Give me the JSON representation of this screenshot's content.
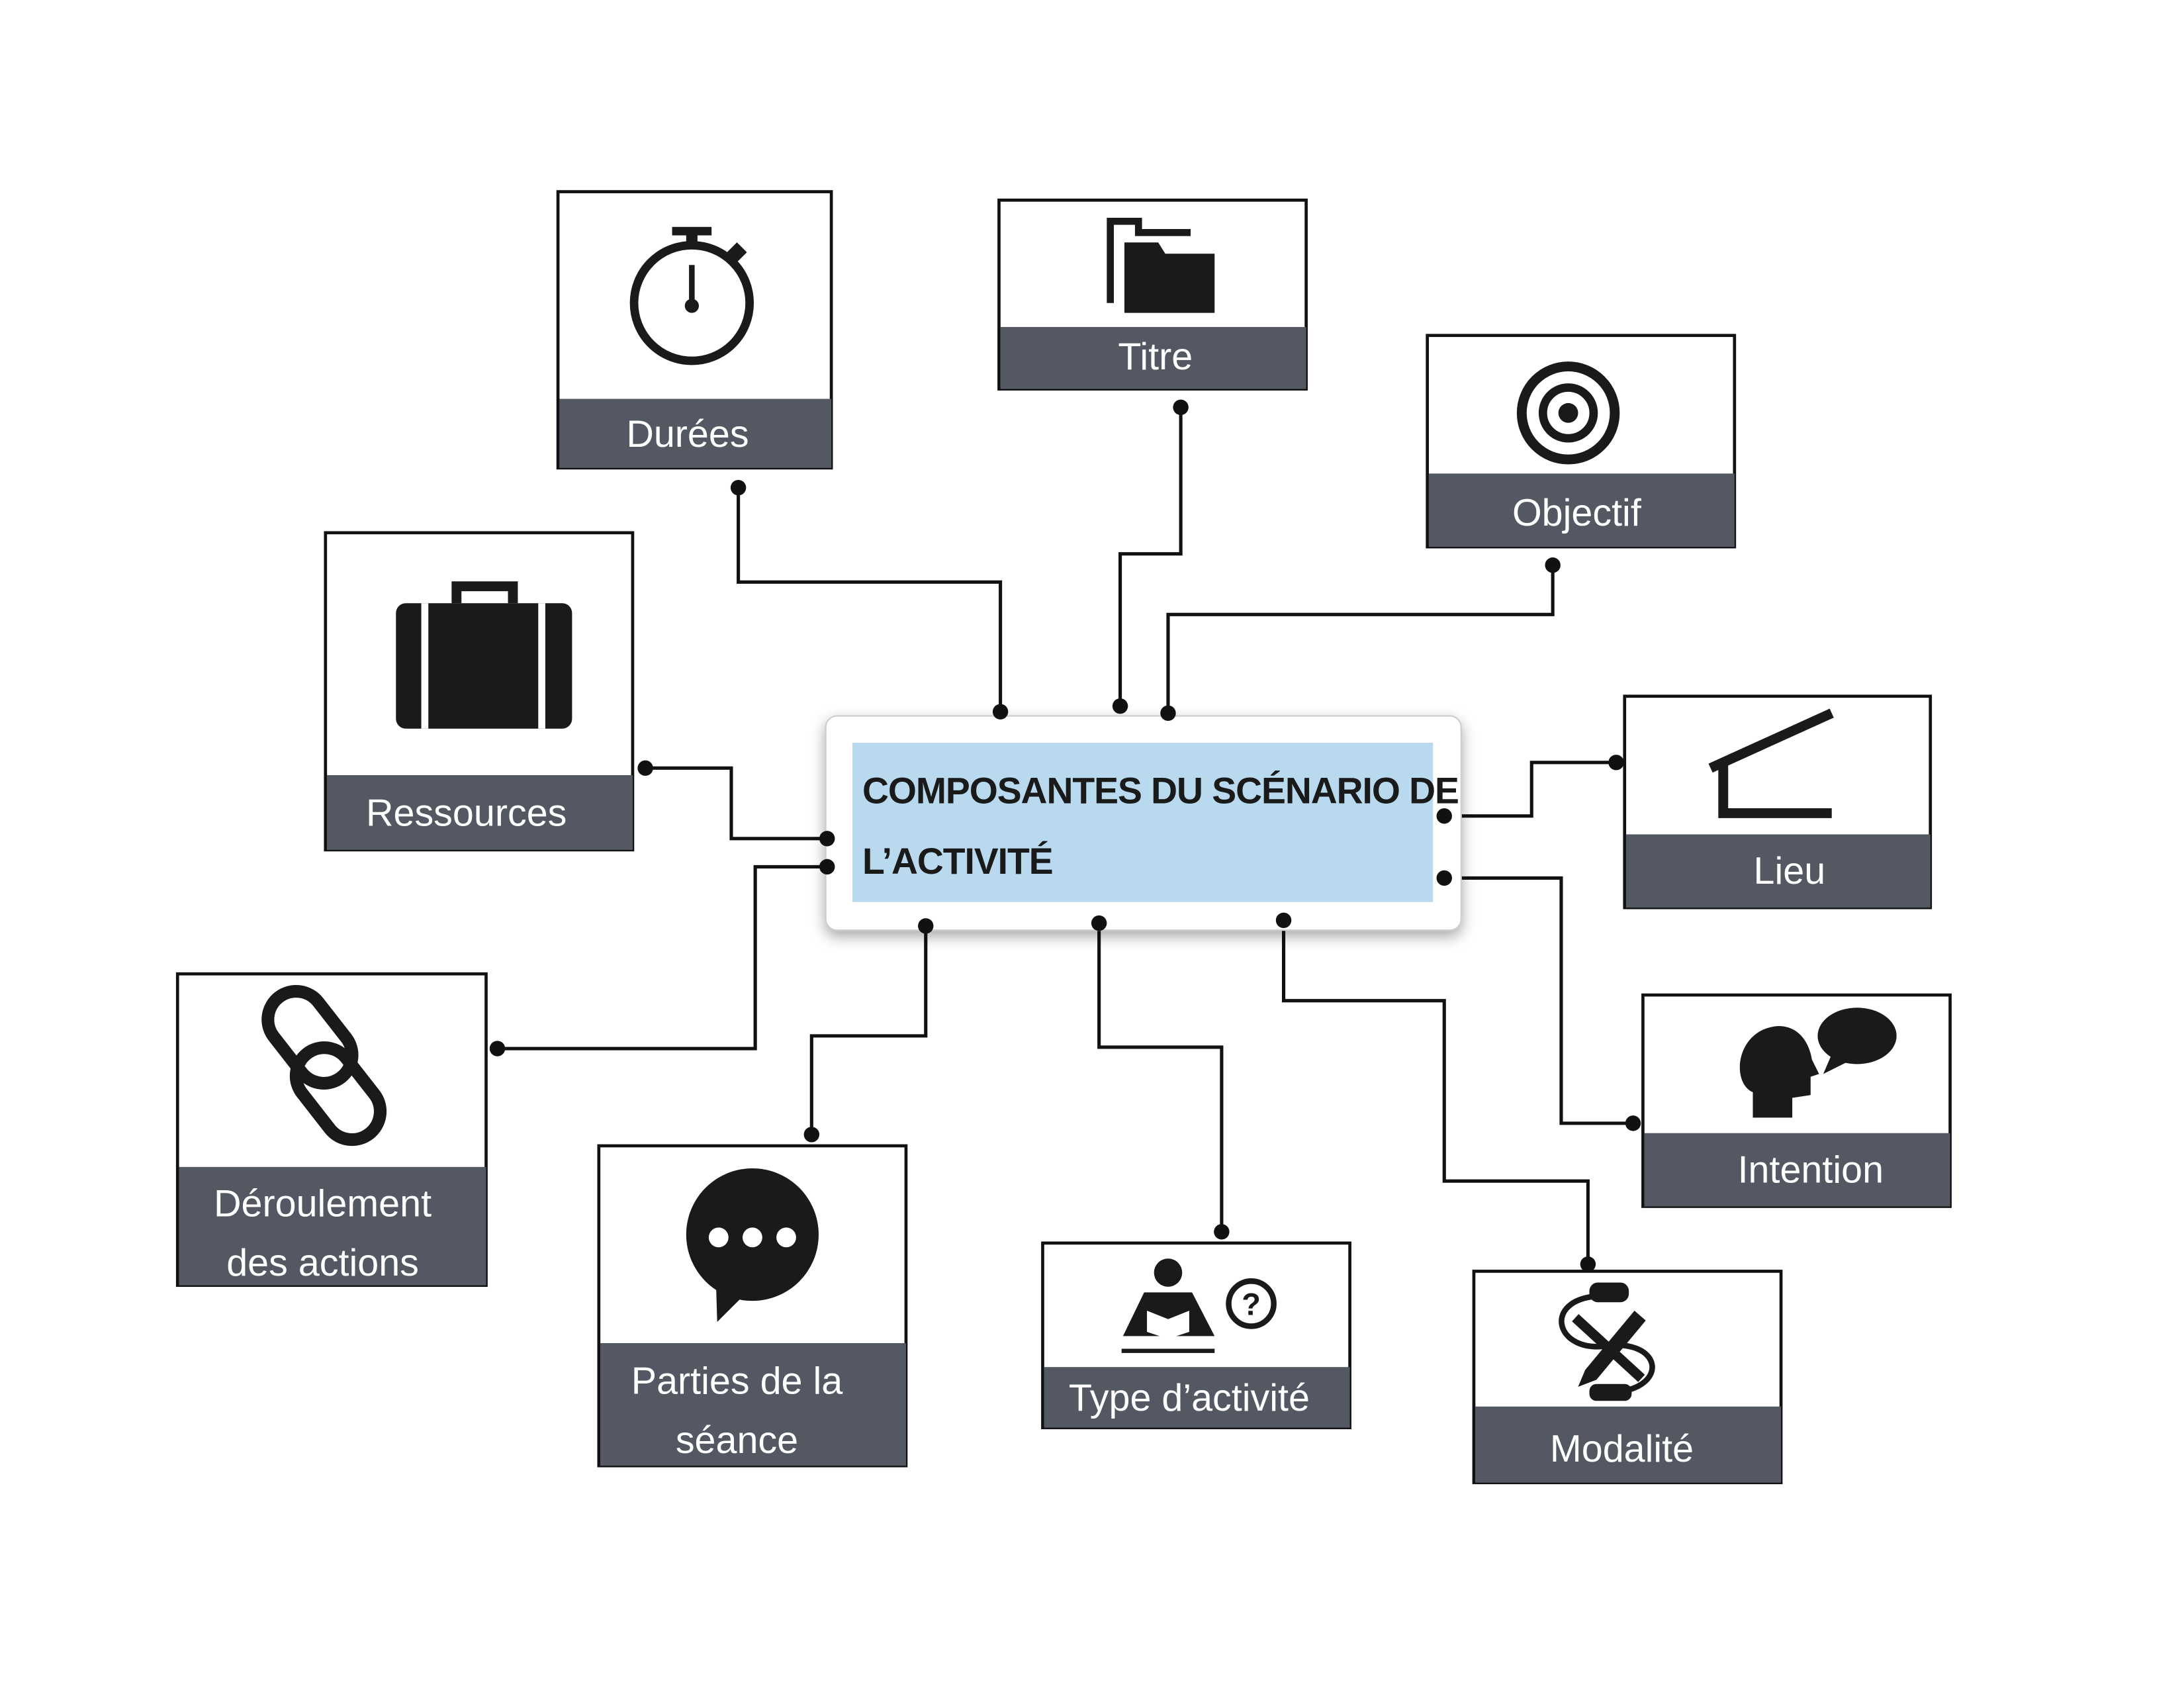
{
  "central": {
    "line1": "COMPOSANTES DU SCÉNARIO DE",
    "line2": "L’ACTIVITÉ",
    "fill": "#b8d9ee"
  },
  "nodes": {
    "durees": {
      "label": "Durées",
      "icon": "stopwatch-icon"
    },
    "titre": {
      "label": "Titre",
      "icon": "folders-icon"
    },
    "objectif": {
      "label": "Objectif",
      "icon": "target-icon"
    },
    "ressources": {
      "label": "Ressources",
      "icon": "briefcase-icon"
    },
    "lieu": {
      "label": "Lieu",
      "icon": "house-outline-icon"
    },
    "deroulement": {
      "line1": "Déroulement",
      "line2": "des actions",
      "icon": "chain-link-icon"
    },
    "intention": {
      "label": "Intention",
      "icon": "speaking-head-icon"
    },
    "parties": {
      "line1": "Parties de la",
      "line2": "séance",
      "icon": "speech-bubble-icon"
    },
    "type": {
      "label": "Type d’activité",
      "icon": "reader-question-icon"
    },
    "modalite": {
      "label": "Modalité",
      "icon": "tools-icon"
    }
  },
  "colors": {
    "band": "#545862",
    "line": "#111111"
  }
}
